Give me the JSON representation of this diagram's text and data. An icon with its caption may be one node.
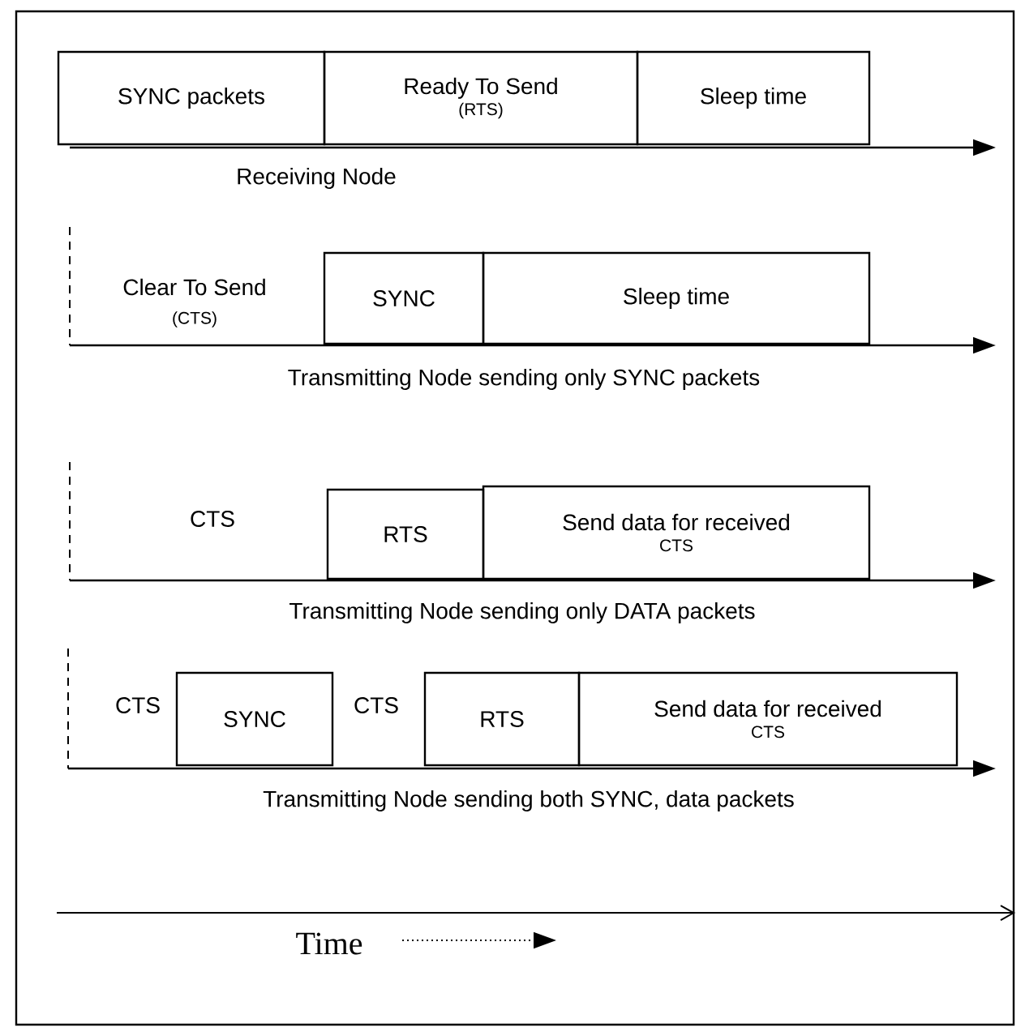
{
  "diagram": {
    "nodes": [
      {
        "text": [
          "SYNC packets"
        ]
      },
      {
        "text": [
          "Ready To Send",
          "(RTS)"
        ]
      },
      {
        "text": [
          "Sleep time"
        ]
      },
      {
        "text": [
          "SYNC"
        ]
      },
      {
        "text": [
          "Sleep time"
        ]
      },
      {
        "text": [
          "RTS"
        ]
      },
      {
        "text": [
          "Send data for received",
          "CTS"
        ]
      },
      {
        "text": [
          "SYNC"
        ]
      },
      {
        "text": [
          "RTS"
        ]
      },
      {
        "text": [
          "Send data for received",
          "CTS"
        ]
      }
    ],
    "labels": [
      "Receiving Node",
      "Clear To Send",
      "(CTS)",
      "Transmitting Node sending only SYNC packets",
      "CTS",
      "Transmitting Node sending only DATA packets",
      "CTS",
      "CTS",
      "Transmitting Node sending both SYNC, data packets",
      "Time"
    ]
  }
}
